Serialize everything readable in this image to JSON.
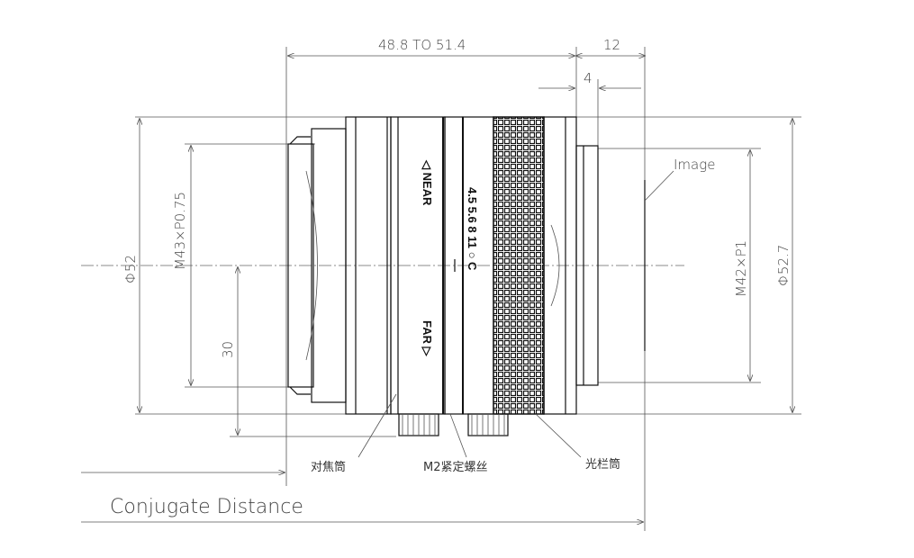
{
  "dimensions": {
    "flange_length": "48.8 TO 51.4",
    "back_length": "12",
    "mount_depth": "4",
    "front_diameter": "Φ52",
    "front_thread": "M43×P0.75",
    "center_height": "30",
    "rear_thread": "M42×P1",
    "rear_diameter": "Φ52.7"
  },
  "labels": {
    "image": "Image",
    "focus_barrel": "对焦筒",
    "lock_screw": "M2紧定螺丝",
    "aperture_barrel": "光栏筒",
    "conjugate_distance": "Conjugate Distance"
  },
  "lens_markings": {
    "near": "◁ NEAR",
    "far": "FAR ▷",
    "f_stops": "4.5 5.6 8 11 ○ C"
  }
}
